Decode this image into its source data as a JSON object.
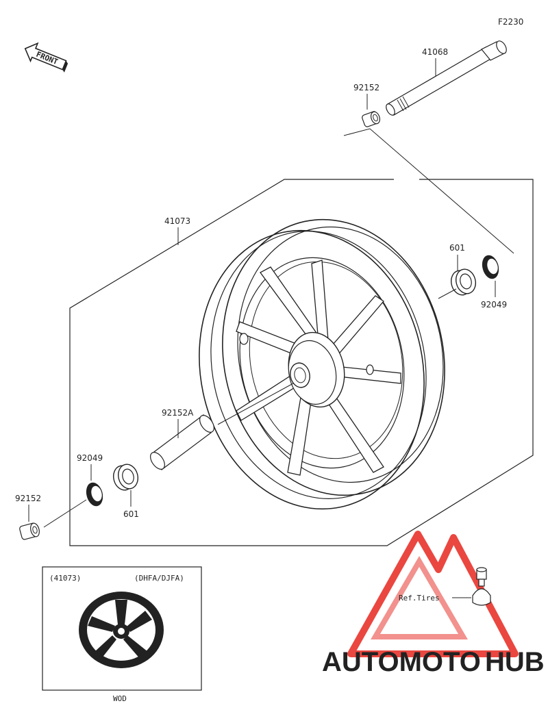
{
  "diagram_code": "F2230",
  "front_label": "FRONT",
  "parts": {
    "axle": "41068",
    "collar_top": "92152",
    "wheel": "41073",
    "bearing_right": "601",
    "seal_right": "92049",
    "spacer": "92152A",
    "seal_left": "92049",
    "bearing_left": "601",
    "collar_left": "92152"
  },
  "inset": {
    "part_ref": "(41073)",
    "variant": "(DHFA/DJFA)",
    "caption": "WOD"
  },
  "ref_tires": "Ref.Tires",
  "watermark": {
    "part1": "AUTOMOTO",
    "part2": "HUB"
  },
  "colors": {
    "line": "#222222",
    "watermark_red": "#e8342c",
    "watermark_orange": "#f5a623",
    "watermark_gray": "#5a5a5a"
  }
}
